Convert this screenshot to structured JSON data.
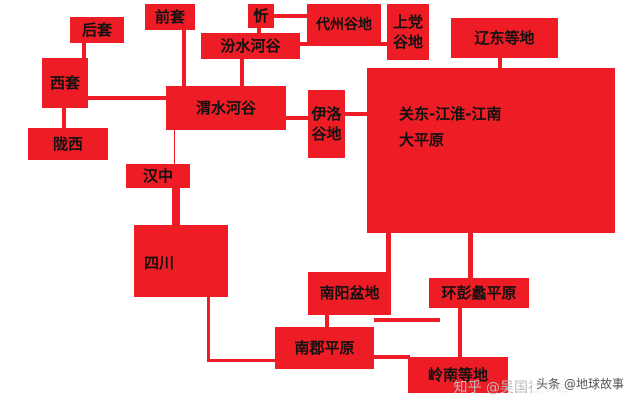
{
  "diagram": {
    "nodes": {
      "houtao": "后套",
      "qiantao": "前套",
      "xin": "忻",
      "daizhou": "代州谷地",
      "shangdang_1": "上党",
      "shangdang_2": "谷地",
      "liaodong": "辽东等地",
      "xitao": "西套",
      "fenshui": "汾水河谷",
      "weishui": "渭水河谷",
      "yiluo_1": "伊洛",
      "yiluo_2": "谷地",
      "guandong_1": "关东-江淮-江南",
      "guandong_2": "大平原",
      "longxi": "陇西",
      "hanzhong": "汉中",
      "sichuan": "四川",
      "nanyang": "南阳盆地",
      "huanpeng": "环彭蠡平原",
      "nanjun": "南郡平原",
      "lingnan": "岭南等地"
    },
    "watermark_1": "知乎 @吴国社长会",
    "watermark_2": "头条 @地球故事",
    "color": "#ee1c25"
  }
}
